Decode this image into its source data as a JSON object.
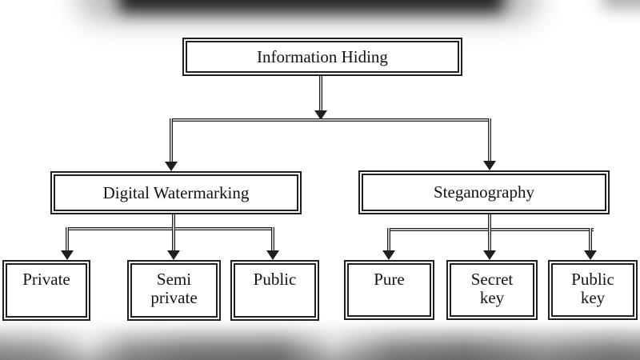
{
  "nodes": {
    "root": {
      "label": "Information Hiding"
    },
    "watermarking": {
      "label": "Digital Watermarking",
      "children": [
        {
          "label": "Private"
        },
        {
          "label": "Semi private"
        },
        {
          "label": "Public"
        }
      ]
    },
    "steganography": {
      "label": "Steganography",
      "children": [
        {
          "label": "Pure"
        },
        {
          "label": "Secret key"
        },
        {
          "label": "Public key"
        }
      ]
    }
  },
  "colors": {
    "line": "#1f1f1f",
    "box_border": "#1f1f1f",
    "text": "#131313",
    "canvas": "#ffffff",
    "blur_dark": "#222222",
    "blur_gray": "#8f8f8f"
  }
}
